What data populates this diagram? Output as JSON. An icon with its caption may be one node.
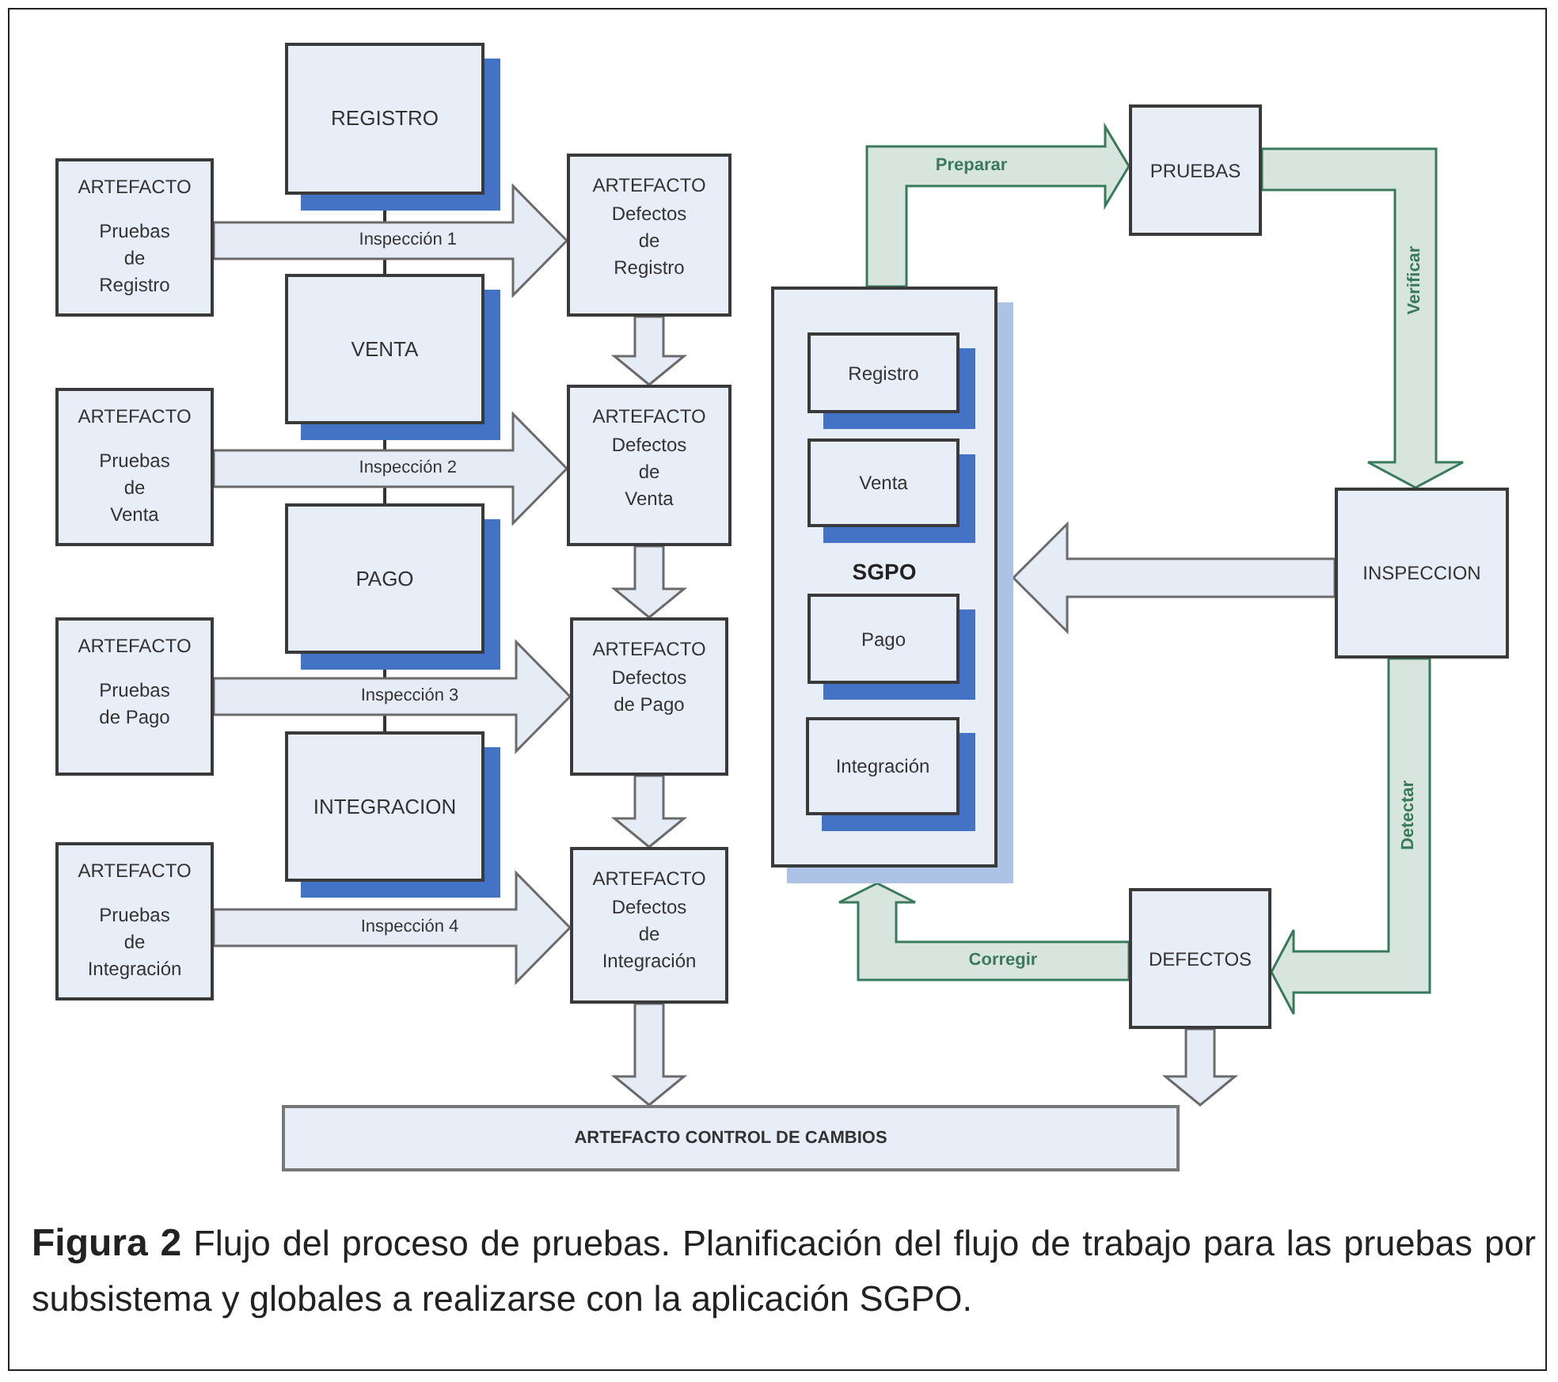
{
  "diagram": {
    "caption": "**Figura 2** Flujo del proceso de pruebas. Planificación del flujo de trabajo para las pruebas por subsistema y globales a realizarse con la aplicación SGPO.",
    "nodes": [
      {
        "text": [
          "REGISTRO"
        ]
      },
      {
        "text": [
          "VENTA"
        ]
      },
      {
        "text": [
          "PAGO"
        ]
      },
      {
        "text": [
          "INTEGRACION"
        ]
      },
      {
        "text": [
          "ARTEFACTO",
          "Pruebas de Registro"
        ]
      },
      {
        "text": [
          "ARTEFACTO",
          "Pruebas de Venta"
        ]
      },
      {
        "text": [
          "ARTEFACTO",
          "Pruebas de Pago"
        ]
      },
      {
        "text": [
          "ARTEFACTO",
          "Pruebas de Integración"
        ]
      },
      {
        "text": [
          "ARTEFACTO",
          "Defectos de Registro"
        ]
      },
      {
        "text": [
          "ARTEFACTO",
          "Defectos de Venta"
        ]
      },
      {
        "text": [
          "ARTEFACTO",
          "Defectos de Pago"
        ]
      },
      {
        "text": [
          "ARTEFACTO",
          "Defectos de Integración"
        ]
      },
      {
        "text": [
          "SGPO"
        ]
      },
      {
        "text": [
          "Registro"
        ],
        "in": 12
      },
      {
        "text": [
          "Venta"
        ],
        "in": 12
      },
      {
        "text": [
          "Pago"
        ],
        "in": 12
      },
      {
        "text": [
          "Integración"
        ],
        "in": 12
      },
      {
        "text": [
          "PRUEBAS"
        ]
      },
      {
        "text": [
          "INSPECCION"
        ]
      },
      {
        "text": [
          "DEFECTOS"
        ]
      },
      {
        "text": [
          "ARTEFACTO CONTROL DE CAMBIOS"
        ]
      }
    ],
    "edges": [
      {
        "from": 0,
        "to": 1,
        "arrow": "none"
      },
      {
        "from": 1,
        "to": 2,
        "arrow": "none"
      },
      {
        "from": 2,
        "to": 3,
        "arrow": "none"
      },
      {
        "from": 4,
        "to": 8,
        "arrow": "to",
        "label": "Inspección 1",
        "style": "thick"
      },
      {
        "from": 5,
        "to": 9,
        "arrow": "to",
        "label": "Inspección 2",
        "style": "thick"
      },
      {
        "from": 6,
        "to": 10,
        "arrow": "to",
        "label": "Inspección 3",
        "style": "thick"
      },
      {
        "from": 7,
        "to": 11,
        "arrow": "to",
        "label": "Inspección 4",
        "style": "thick"
      },
      {
        "from": 8,
        "to": 9,
        "arrow": "to",
        "style": "thick"
      },
      {
        "from": 9,
        "to": 10,
        "arrow": "to",
        "style": "thick"
      },
      {
        "from": 10,
        "to": 11,
        "arrow": "to",
        "style": "thick"
      },
      {
        "from": 11,
        "to": 20,
        "arrow": "to",
        "style": "thick"
      },
      {
        "from": 12,
        "to": 17,
        "arrow": "to",
        "label": "Preparar",
        "style": "thick",
        "color": "#3a7a5c"
      },
      {
        "from": 17,
        "to": 18,
        "arrow": "to",
        "label": "Verificar",
        "style": "thick",
        "color": "#3a7a5c"
      },
      {
        "from": 18,
        "to": 12,
        "arrow": "to",
        "style": "thick"
      },
      {
        "from": 18,
        "to": 19,
        "arrow": "to",
        "label": "Detectar",
        "style": "thick",
        "color": "#3a7a5c"
      },
      {
        "from": 19,
        "to": 12,
        "arrow": "to",
        "label": "Corregir",
        "style": "thick",
        "color": "#3a7a5c"
      },
      {
        "from": 19,
        "to": 20,
        "arrow": "to",
        "style": "thick"
      }
    ]
  }
}
